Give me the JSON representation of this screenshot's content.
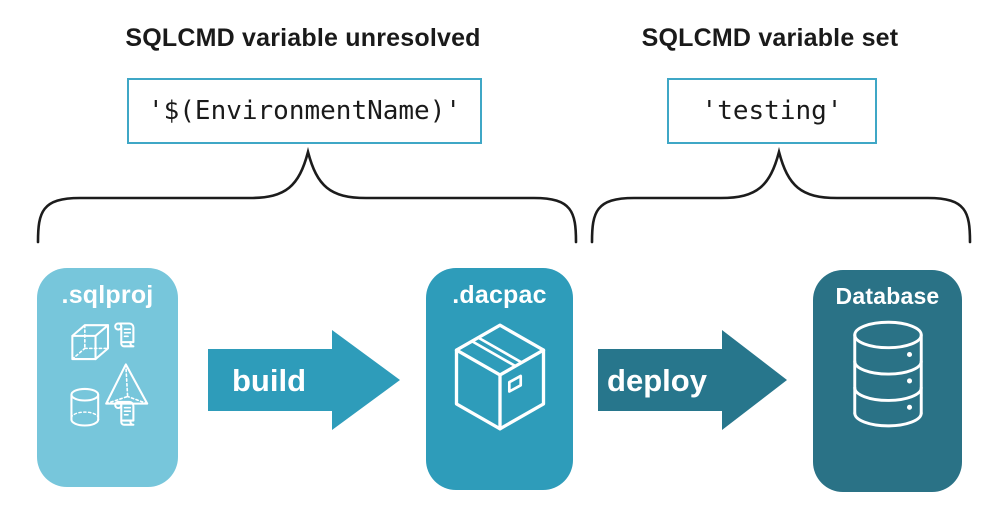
{
  "annotations": {
    "unresolved": {
      "heading": "SQLCMD variable unresolved",
      "code": "'$(EnvironmentName)'"
    },
    "resolved": {
      "heading": "SQLCMD variable set",
      "code": "'testing'"
    }
  },
  "pipeline": {
    "sqlproj": {
      "label": ".sqlproj",
      "color": "#77C6DB"
    },
    "build": {
      "label": "build",
      "color": "#2E9CBA"
    },
    "dacpac": {
      "label": ".dacpac",
      "color": "#2E9CBA"
    },
    "deploy": {
      "label": "deploy",
      "color": "#27768C"
    },
    "database": {
      "label": "Database",
      "color": "#2A7286"
    }
  },
  "icons": {
    "sqlproj": [
      "cube-icon",
      "scroll-icon",
      "pyramid-icon",
      "cylinder-icon",
      "scroll-icon"
    ],
    "dacpac": [
      "package-icon"
    ],
    "database": [
      "database-icon"
    ]
  },
  "colors": {
    "background": "#FFFFFF",
    "heading_text": "#1A1A1A",
    "code_text": "#1A1A1A",
    "code_box_border": "#3FA7C6",
    "brace_stroke": "#1C1C1C",
    "card_label_text": "#FFFFFF",
    "icon_stroke": "#FFFFFF"
  }
}
